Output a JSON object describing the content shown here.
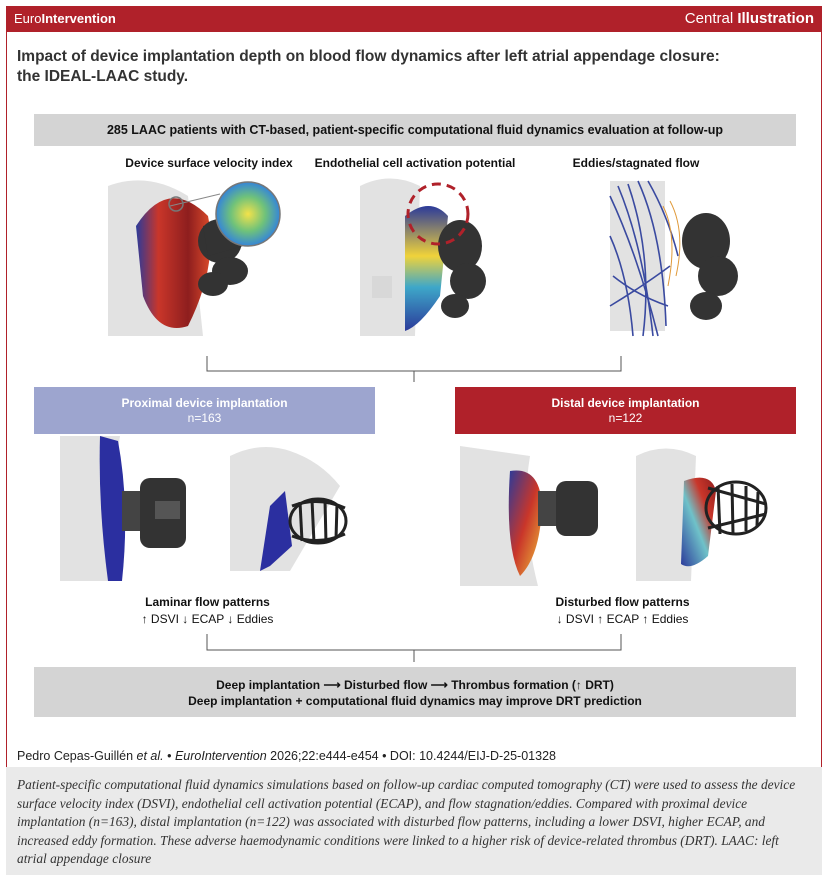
{
  "header": {
    "brand_prefix": "Euro",
    "brand_suffix": "Intervention",
    "label_prefix": "Central ",
    "label_suffix": "Illustration"
  },
  "title": {
    "line1": "Impact of device implantation depth on blood flow dynamics after left atrial appendage closure:",
    "line2": "the IDEAL-LAAC study."
  },
  "top_band": "285 LAAC patients with CT-based, patient-specific computational fluid dynamics evaluation at follow-up",
  "panels": {
    "dsvi": "Device surface velocity index",
    "ecap": "Endothelial cell activation potential",
    "eddies": "Eddies/stagnated flow"
  },
  "groups": {
    "proximal": {
      "title": "Proximal device implantation",
      "n": "n=163",
      "color": "#9da5cf"
    },
    "distal": {
      "title": "Distal device implantation",
      "n": "n=122",
      "color": "#b0212a"
    }
  },
  "flows": {
    "laminar": {
      "title": "Laminar flow patterns",
      "metrics": "↑ DSVI ↓ ECAP ↓ Eddies"
    },
    "disturbed": {
      "title": "Disturbed flow patterns",
      "metrics": "↓ DSVI ↑ ECAP ↑ Eddies"
    }
  },
  "bottom_band": {
    "line1": "Deep implantation ⟶ Disturbed flow ⟶ Thrombus formation (↑ DRT)",
    "line2": "Deep implantation + computational fluid dynamics may improve DRT prediction"
  },
  "citation": {
    "authors": "Pedro Cepas-Guillén ",
    "etal": "et al.",
    "sep1": " • ",
    "journal": "EuroIntervention",
    "rest": " 2026;22:e444-e454 • DOI: 10.4244/EIJ-D-25-01328"
  },
  "legend": "Patient-specific computational fluid dynamics simulations based on follow-up cardiac computed tomography (CT) were used to assess the device surface velocity index (DSVI), endothelial cell activation potential (ECAP), and flow stagnation/eddies. Compared with proximal device implantation (n=163), distal implantation (n=122) was associated with disturbed flow patterns, including a lower DSVI, higher ECAP, and increased eddy formation. These adverse haemodynamic conditions were linked to a higher risk of device-related thrombus (DRT). LAAC: left atrial appendage closure",
  "colors": {
    "brand": "#b0212a",
    "band": "#d4d4d4",
    "proximal": "#9da5cf",
    "distal": "#b0212a"
  }
}
